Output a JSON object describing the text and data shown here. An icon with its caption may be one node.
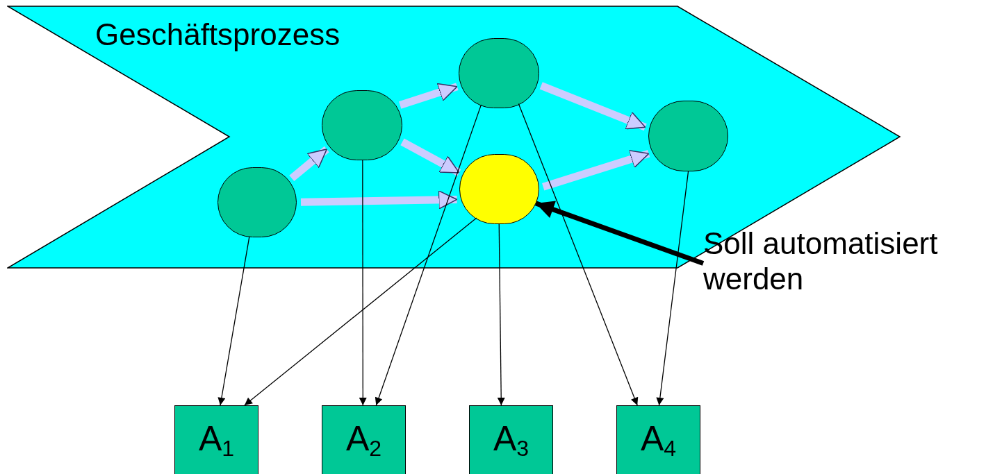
{
  "diagram": {
    "nodes": [
      {
        "text": [
          "Geschäftsprozess"
        ]
      },
      {
        "text": [],
        "shape": "circle",
        "in": 0
      },
      {
        "text": [],
        "shape": "circle",
        "in": 0
      },
      {
        "text": [],
        "shape": "circle",
        "in": 0
      },
      {
        "text": [],
        "shape": "circle",
        "in": 0
      },
      {
        "text": [],
        "shape": "circle",
        "in": 0
      },
      {
        "text": [
          "Soll automatisiert werden"
        ]
      },
      {
        "text": [
          "A$_{1}$"
        ]
      },
      {
        "text": [
          "A$_{2}$"
        ]
      },
      {
        "text": [
          "A$_{3}$"
        ]
      },
      {
        "text": [
          "A$_{4}$"
        ]
      }
    ],
    "edges": [
      {
        "from": 1,
        "to": 2,
        "arrow": "to",
        "style": "thick",
        "color": "#ccccff"
      },
      {
        "from": 1,
        "to": 4,
        "arrow": "to",
        "style": "thick",
        "color": "#ccccff"
      },
      {
        "from": 2,
        "to": 3,
        "arrow": "to",
        "style": "thick",
        "color": "#ccccff"
      },
      {
        "from": 2,
        "to": 4,
        "arrow": "to",
        "style": "thick",
        "color": "#ccccff"
      },
      {
        "from": 3,
        "to": 5,
        "arrow": "to",
        "style": "thick",
        "color": "#ccccff"
      },
      {
        "from": 4,
        "to": 5,
        "arrow": "to",
        "style": "thick",
        "color": "#ccccff"
      },
      {
        "from": 6,
        "to": 4,
        "arrow": "to",
        "style": "thick"
      },
      {
        "from": 1,
        "to": 7,
        "arrow": "to"
      },
      {
        "from": 4,
        "to": 7,
        "arrow": "to"
      },
      {
        "from": 2,
        "to": 8,
        "arrow": "to"
      },
      {
        "from": 3,
        "to": 8,
        "arrow": "to"
      },
      {
        "from": 4,
        "to": 9,
        "arrow": "to"
      },
      {
        "from": 3,
        "to": 10,
        "arrow": "to"
      },
      {
        "from": 5,
        "to": 10,
        "arrow": "to"
      }
    ]
  }
}
